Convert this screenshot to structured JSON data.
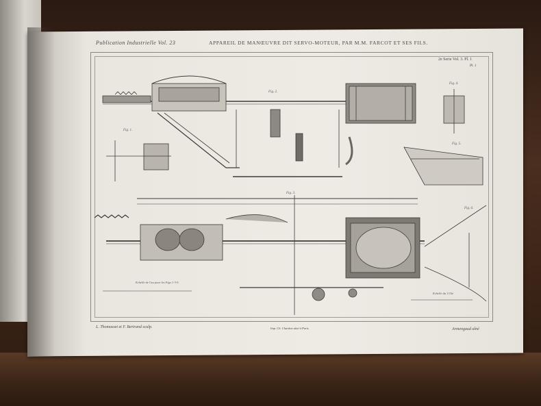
{
  "plate": {
    "header_left": "Publication Industrielle Vol. 23",
    "title": "APPAREIL DE MANŒUVRE DIT SERVO-MOTEUR, PAR M.M. FARCOT ET SES FILS.",
    "series_ref": "2e Serie Vol. 3. Pl. 1",
    "plate_no": "Pl. 1",
    "footer_left": "L. Thomasset et F. Bertrand sculp.",
    "footer_mid": "Imp. Ch. Chardon aîné à Paris",
    "footer_right": "Armengaud aîné",
    "figures": {
      "fig1": "Fig. 1.",
      "fig2": "Fig. 2.",
      "fig3": "Fig. 3.",
      "fig4": "Fig. 4.",
      "fig5": "Fig. 5.",
      "fig6": "Fig. 6."
    },
    "scale_1": "Echelle de l'au pour les Figs 1-3-5",
    "scale_2": "Echelle du 1/10e"
  }
}
